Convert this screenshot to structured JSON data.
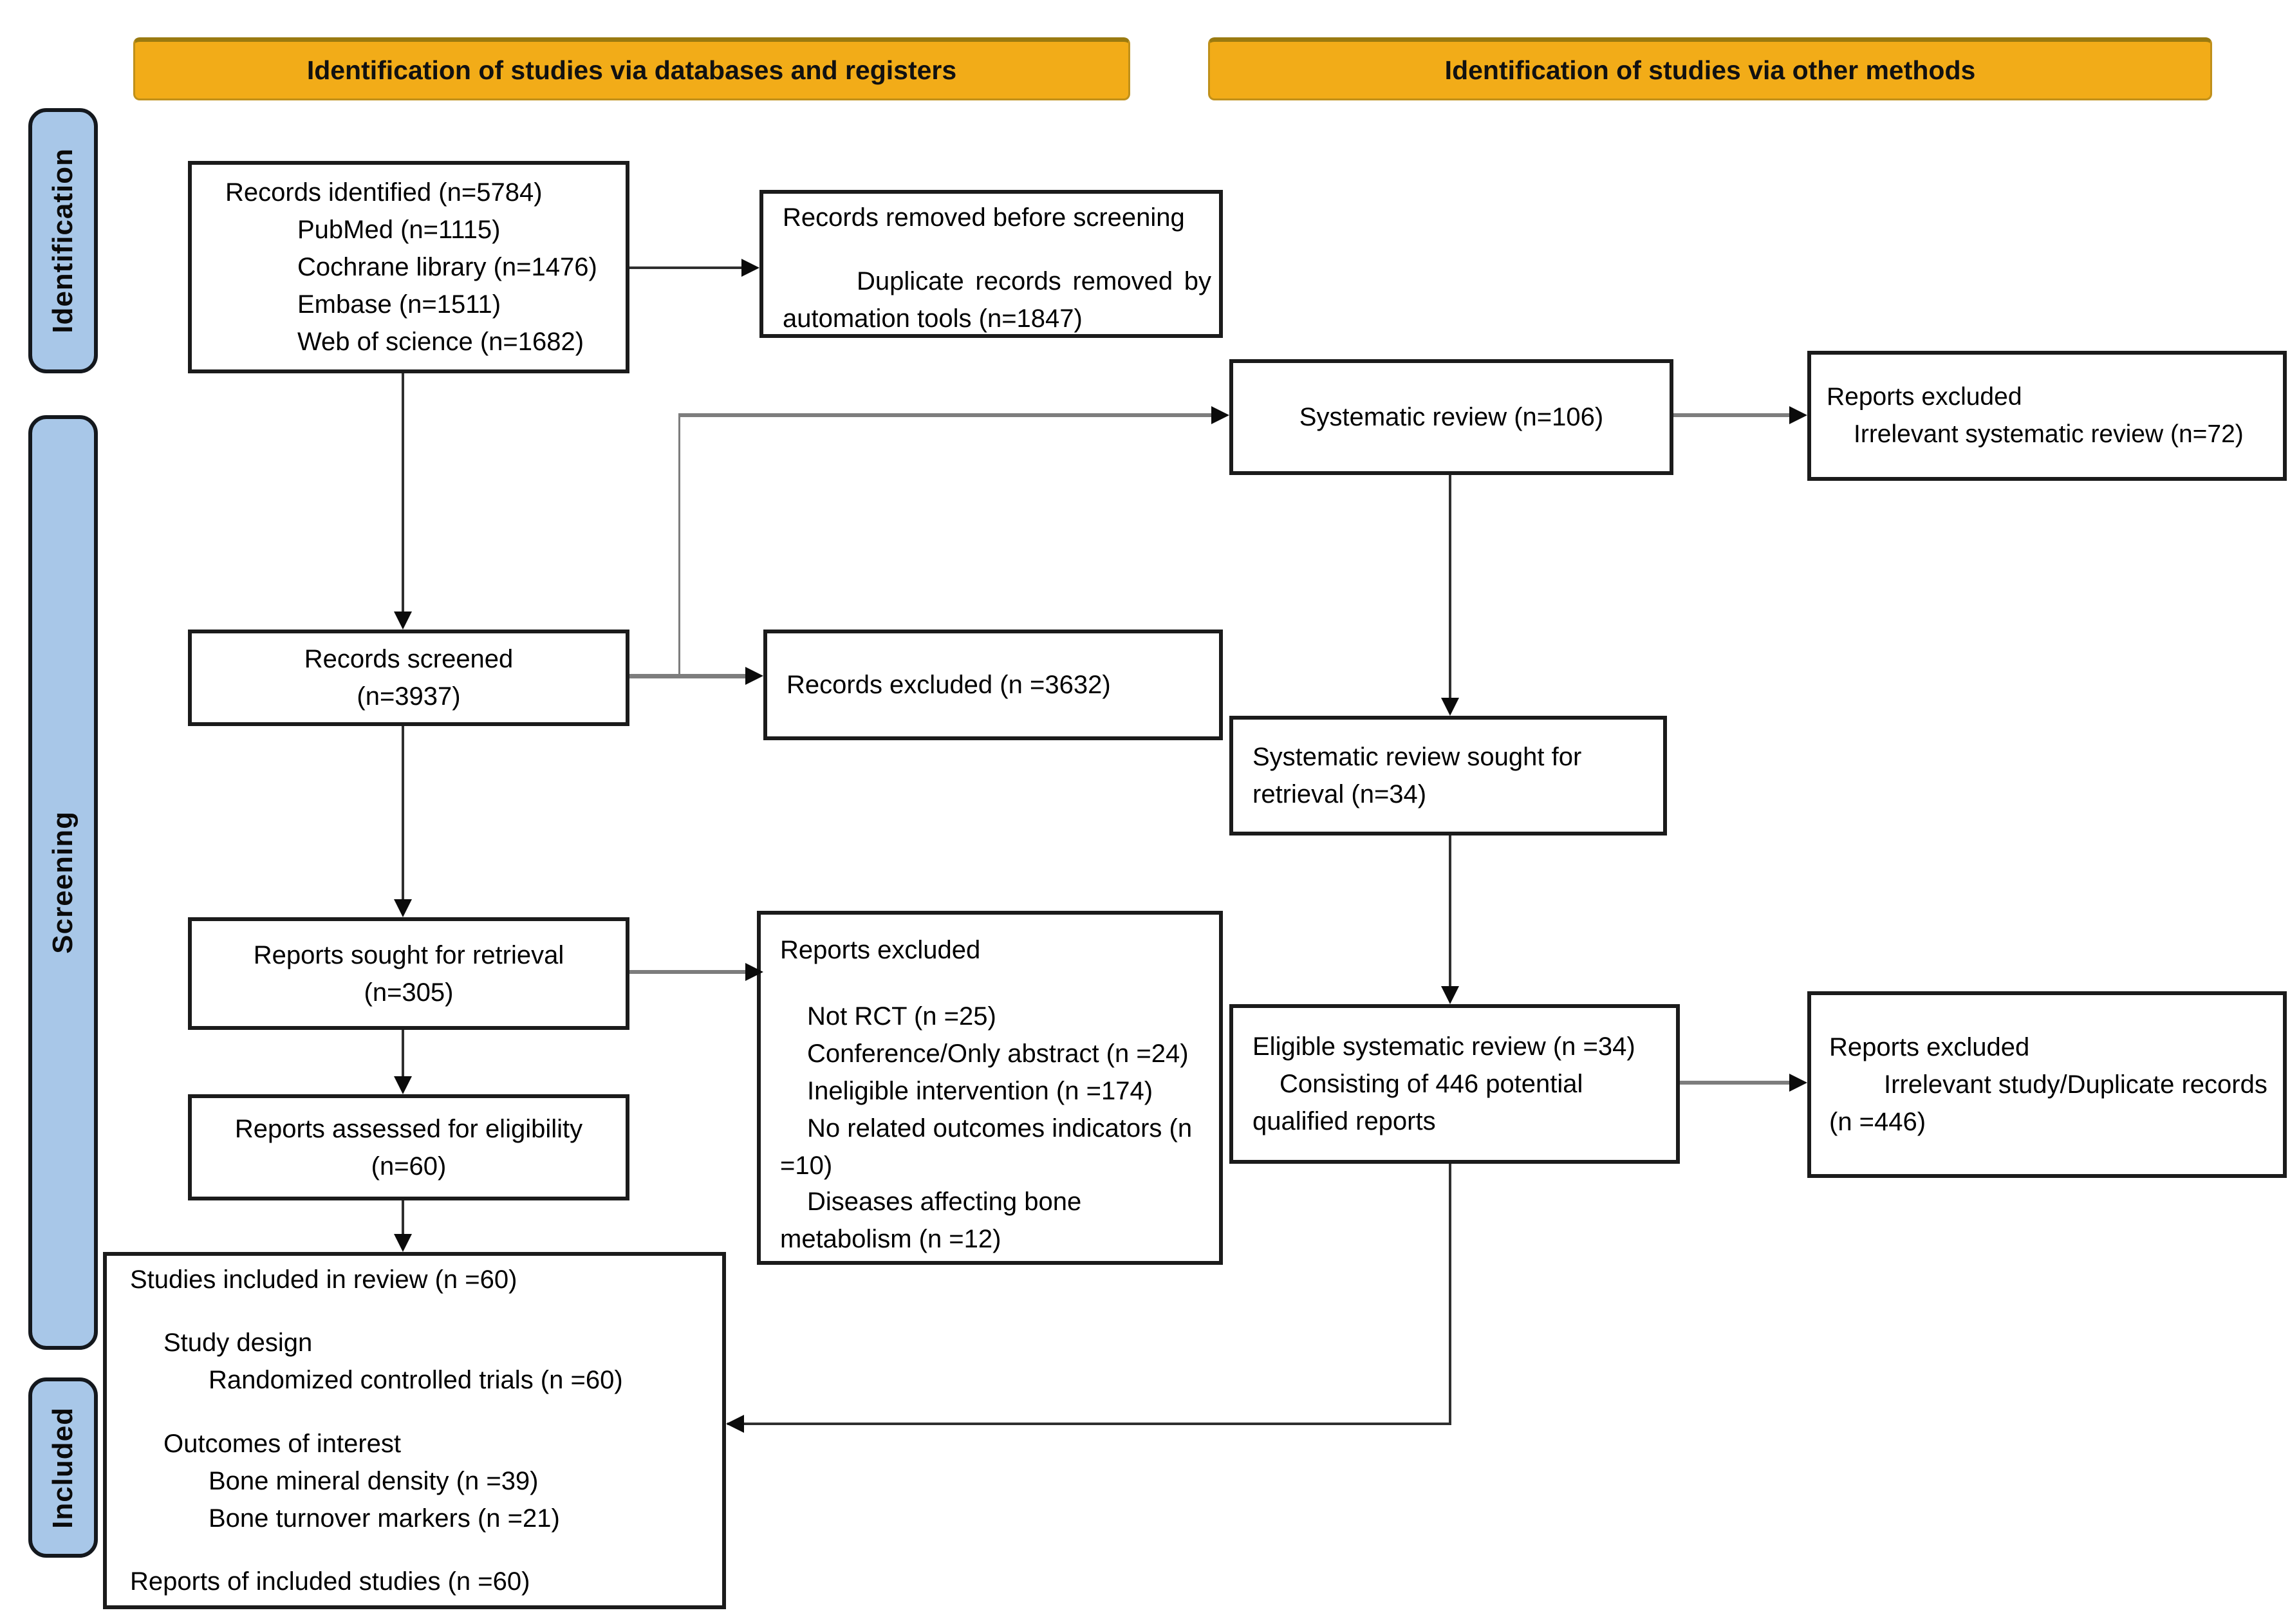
{
  "colors": {
    "banner_fill": "#F2AC18",
    "stage_fill": "#A8C7E8",
    "box_border": "#1b1b1b",
    "connector_gray": "#7d7d7d"
  },
  "banners": {
    "databases": {
      "label": "Identification of studies via databases and registers"
    },
    "other_methods": {
      "label": "Identification of studies via other methods"
    }
  },
  "stages": {
    "identification": {
      "label": "Identification"
    },
    "screening": {
      "label": "Screening"
    },
    "included": {
      "label": "Included"
    }
  },
  "boxes": {
    "records_identified": {
      "lines": [
        {
          "t": "Records identified (n=5784)"
        },
        {
          "t": "PubMed (n=1115)",
          "c": "i2"
        },
        {
          "t": "Cochrane library (n=1476)",
          "c": "i2"
        },
        {
          "t": "Embase (n=1511)",
          "c": "i2"
        },
        {
          "t": "Web of science (n=1682)",
          "c": "i2"
        }
      ]
    },
    "records_removed": {
      "lines": [
        {
          "t": "Records removed before screening"
        },
        {
          "t": "",
          "c": "sp"
        },
        {
          "t": "Duplicate records removed by automation tools (n=1847)",
          "c": "ti3 just"
        }
      ]
    },
    "systematic_review": {
      "lines": [
        {
          "t": "Systematic review (n=106)"
        }
      ]
    },
    "reports_excluded_sr": {
      "lines": [
        {
          "t": "Reports excluded"
        },
        {
          "t": "Irrelevant systematic review (n=72)",
          "c": "ti"
        }
      ]
    },
    "records_screened": {
      "lines": [
        {
          "t": "Records screened"
        },
        {
          "t": "(n=3937)"
        }
      ]
    },
    "records_excluded": {
      "lines": [
        {
          "t": "Records excluded (n =3632)"
        }
      ]
    },
    "sr_sought": {
      "lines": [
        {
          "t": "Systematic review sought for retrieval (n=34)"
        }
      ]
    },
    "reports_sought": {
      "lines": [
        {
          "t": "Reports sought for retrieval"
        },
        {
          "t": "(n=305)"
        }
      ]
    },
    "reports_excluded_detail": {
      "lines": [
        {
          "t": "Reports excluded"
        },
        {
          "t": "",
          "c": "sp"
        },
        {
          "t": "Not RCT (n =25)",
          "c": "ti"
        },
        {
          "t": "Conference/Only abstract (n =24)",
          "c": "ti"
        },
        {
          "t": "Ineligible intervention (n =174)",
          "c": "ti"
        },
        {
          "t": "No related outcomes indicators (n =10)",
          "c": "ti"
        },
        {
          "t": "Diseases affecting bone metabolism (n =12)",
          "c": "ti"
        }
      ]
    },
    "eligible_sr": {
      "lines": [
        {
          "t": "Eligible systematic review (n =34)"
        },
        {
          "t": "Consisting of 446 potential qualified reports",
          "c": "ti"
        }
      ]
    },
    "reports_excluded_dup": {
      "lines": [
        {
          "t": "Reports excluded"
        },
        {
          "t": "Irrelevant study/Duplicate records (n =446)",
          "c": "ti2"
        }
      ]
    },
    "reports_assessed": {
      "lines": [
        {
          "t": "Reports assessed for eligibility"
        },
        {
          "t": "(n=60)"
        }
      ]
    },
    "studies_included": {
      "lines": [
        {
          "t": "Studies included in review (n =60)"
        },
        {
          "t": "",
          "c": "sp"
        },
        {
          "t": "Study design",
          "c": "i1"
        },
        {
          "t": "Randomized controlled trials (n =60)",
          "c": "i2b"
        },
        {
          "t": "",
          "c": "sp"
        },
        {
          "t": "Outcomes of interest",
          "c": "i1"
        },
        {
          "t": "Bone mineral density (n =39)",
          "c": "i2b"
        },
        {
          "t": "Bone turnover markers (n =21)",
          "c": "i2b"
        },
        {
          "t": "",
          "c": "sp"
        },
        {
          "t": "Reports of included studies (n =60)"
        }
      ]
    }
  }
}
